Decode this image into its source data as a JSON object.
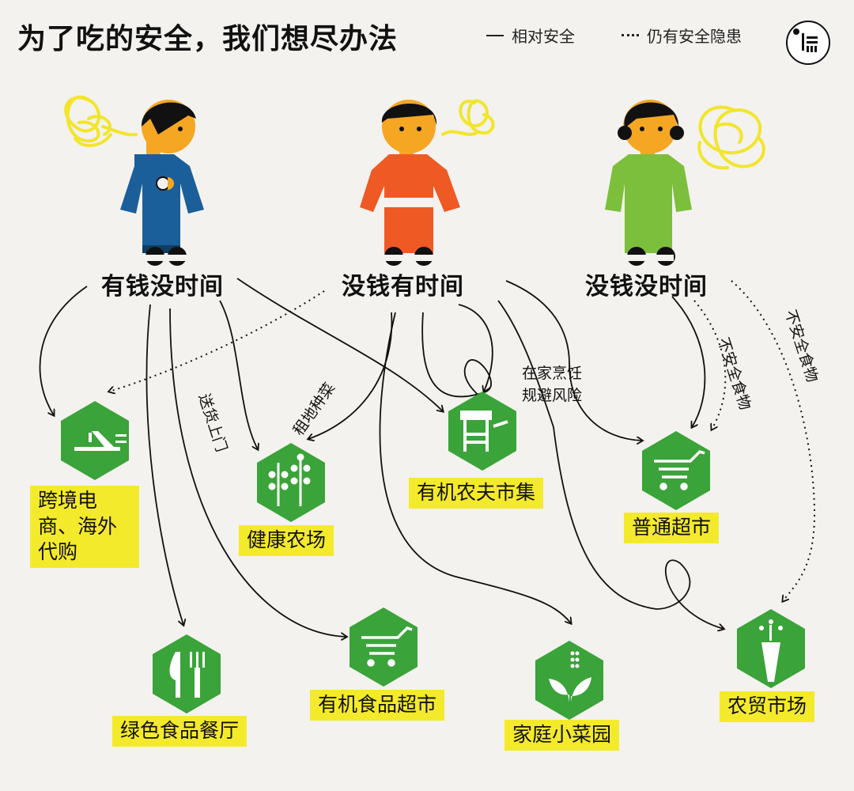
{
  "title": "为了吃的安全，我们想尽办法",
  "legend": {
    "solid": "相对安全",
    "dotted": "仍有安全隐患"
  },
  "personas": [
    {
      "id": "rich_busy",
      "label": "有钱没时间",
      "color": "#1b5f9a"
    },
    {
      "id": "poor_free",
      "label": "没钱有时间",
      "color": "#ef5a24"
    },
    {
      "id": "poor_busy",
      "label": "没钱没时间",
      "color": "#7cbf3c"
    }
  ],
  "destinations": [
    {
      "id": "crossborder",
      "label": "跨境电商、海外代购",
      "icon": "airplane-icon"
    },
    {
      "id": "farm",
      "label": "健康农场",
      "icon": "trees-icon"
    },
    {
      "id": "market",
      "label": "有机农夫市集",
      "icon": "market-stall-icon"
    },
    {
      "id": "supermarket",
      "label": "普通超市",
      "icon": "shopping-cart-icon"
    },
    {
      "id": "restaurant",
      "label": "绿色食品餐厅",
      "icon": "knife-fork-icon"
    },
    {
      "id": "organic_super",
      "label": "有机食品超市",
      "icon": "shopping-cart-icon"
    },
    {
      "id": "garden",
      "label": "家庭小菜园",
      "icon": "sprout-icon"
    },
    {
      "id": "wetmarket",
      "label": "农贸市场",
      "icon": "carrot-icon"
    }
  ],
  "annotations": {
    "delivery": "送货上门",
    "rent_land": "租地种菜",
    "cook_home_1": "在家烹饪",
    "cook_home_2": "规避风险",
    "unsafe_1": "不安全食物",
    "unsafe_2": "不安全食物"
  },
  "colors": {
    "hex": "#3aa339",
    "label_bg": "#f4ea2c",
    "ink": "#111111"
  }
}
